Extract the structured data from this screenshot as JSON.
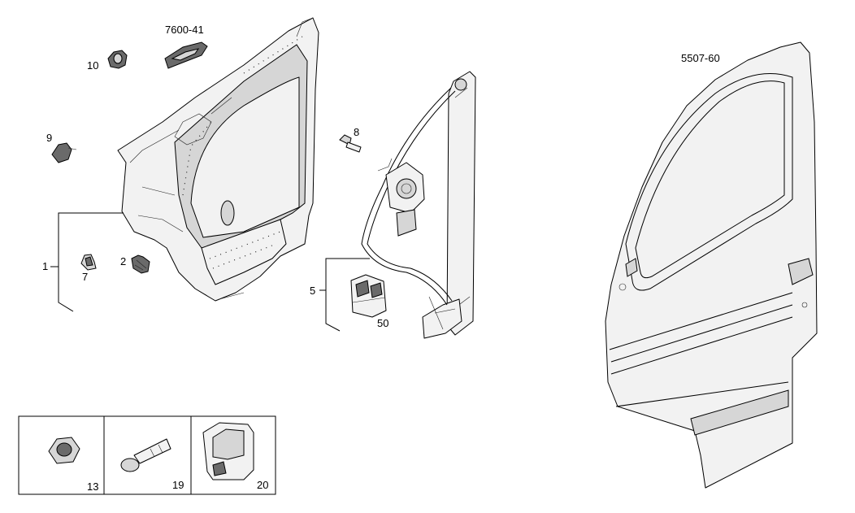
{
  "diagram": {
    "part_labels": {
      "trim_panel_ref": "7600-41",
      "door_shell_ref": "5507-60",
      "p1": "1",
      "p2": "2",
      "p5": "5",
      "p7": "7",
      "p8": "8",
      "p9": "9",
      "p10": "10",
      "p50": "50"
    },
    "inset_labels": {
      "nut": "13",
      "bolt": "19",
      "clip": "20"
    }
  }
}
